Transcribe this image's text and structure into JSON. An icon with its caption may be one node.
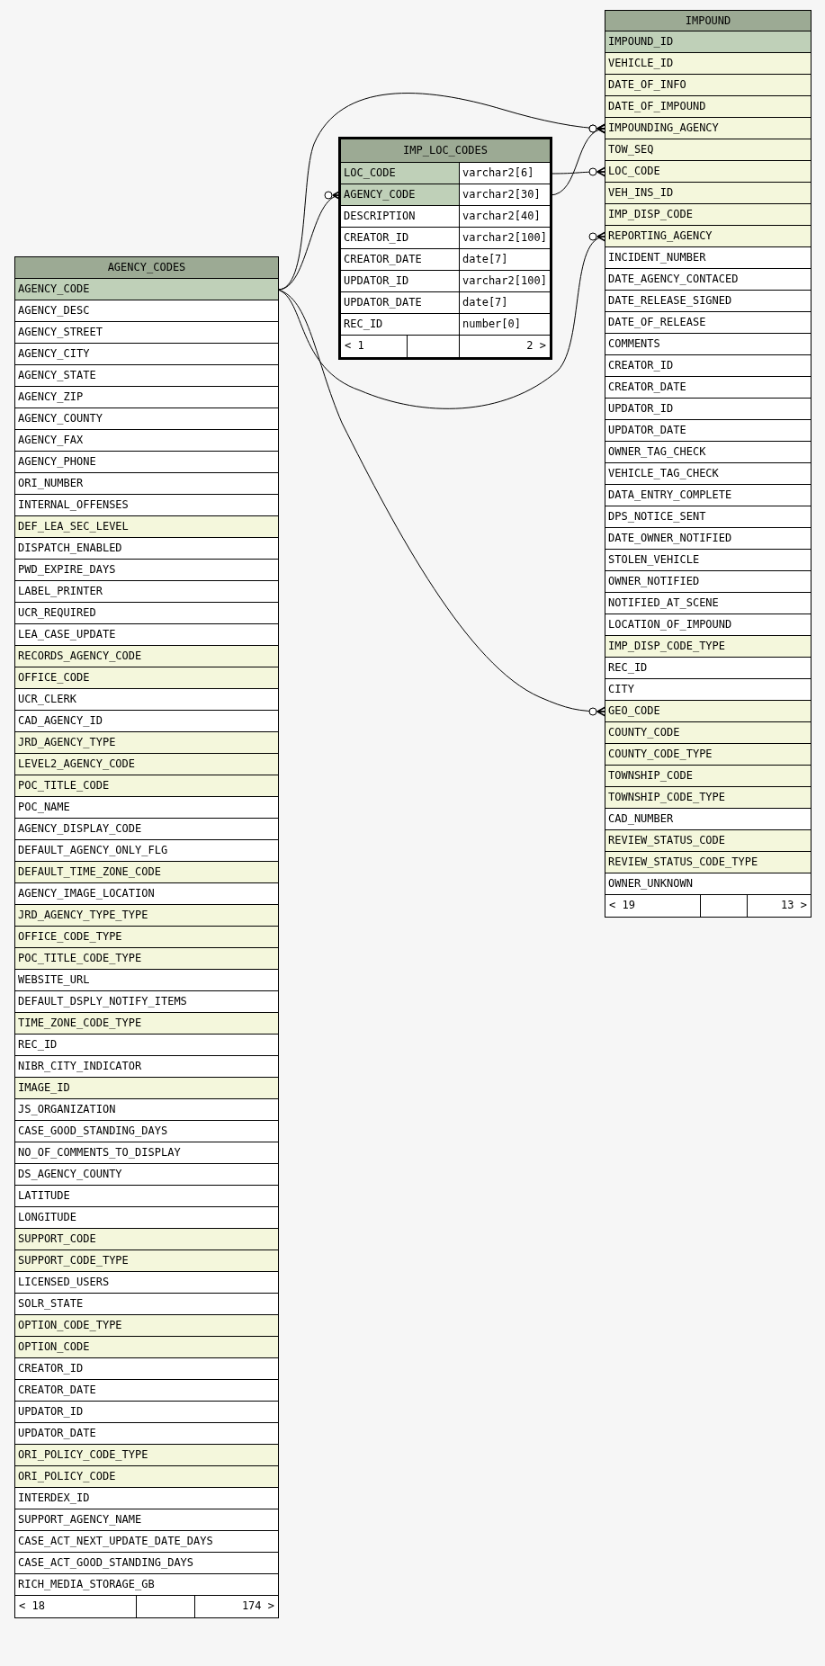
{
  "diagram": {
    "nodes": [
      {
        "text": [
          "AGENCY_CODES"
        ]
      },
      {
        "text": [
          "AGENCY_CODE"
        ],
        "in": 0
      },
      {
        "text": [
          "AGENCY_DESC"
        ],
        "in": 0
      },
      {
        "text": [
          "AGENCY_STREET"
        ],
        "in": 0
      },
      {
        "text": [
          "AGENCY_CITY"
        ],
        "in": 0
      },
      {
        "text": [
          "AGENCY_STATE"
        ],
        "in": 0
      },
      {
        "text": [
          "AGENCY_ZIP"
        ],
        "in": 0
      },
      {
        "text": [
          "AGENCY_COUNTY"
        ],
        "in": 0
      },
      {
        "text": [
          "AGENCY_FAX"
        ],
        "in": 0
      },
      {
        "text": [
          "AGENCY_PHONE"
        ],
        "in": 0
      },
      {
        "text": [
          "ORI_NUMBER"
        ],
        "in": 0
      },
      {
        "text": [
          "INTERNAL_OFFENSES"
        ],
        "in": 0
      },
      {
        "text": [
          "DEF_LEA_SEC_LEVEL"
        ],
        "in": 0
      },
      {
        "text": [
          "DISPATCH_ENABLED"
        ],
        "in": 0
      },
      {
        "text": [
          "PWD_EXPIRE_DAYS"
        ],
        "in": 0
      },
      {
        "text": [
          "LABEL_PRINTER"
        ],
        "in": 0
      },
      {
        "text": [
          "UCR_REQUIRED"
        ],
        "in": 0
      },
      {
        "text": [
          "LEA_CASE_UPDATE"
        ],
        "in": 0
      },
      {
        "text": [
          "RECORDS_AGENCY_CODE"
        ],
        "in": 0
      },
      {
        "text": [
          "OFFICE_CODE"
        ],
        "in": 0
      },
      {
        "text": [
          "UCR_CLERK"
        ],
        "in": 0
      },
      {
        "text": [
          "CAD_AGENCY_ID"
        ],
        "in": 0
      },
      {
        "text": [
          "JRD_AGENCY_TYPE"
        ],
        "in": 0
      },
      {
        "text": [
          "LEVEL2_AGENCY_CODE"
        ],
        "in": 0
      },
      {
        "text": [
          "POC_TITLE_CODE"
        ],
        "in": 0
      },
      {
        "text": [
          "POC_NAME"
        ],
        "in": 0
      },
      {
        "text": [
          "AGENCY_DISPLAY_CODE"
        ],
        "in": 0
      },
      {
        "text": [
          "DEFAULT_AGENCY_ONLY_FLG"
        ],
        "in": 0
      },
      {
        "text": [
          "DEFAULT_TIME_ZONE_CODE"
        ],
        "in": 0
      },
      {
        "text": [
          "AGENCY_IMAGE_LOCATION"
        ],
        "in": 0
      },
      {
        "text": [
          "JRD_AGENCY_TYPE_TYPE"
        ],
        "in": 0
      },
      {
        "text": [
          "OFFICE_CODE_TYPE"
        ],
        "in": 0
      },
      {
        "text": [
          "POC_TITLE_CODE_TYPE"
        ],
        "in": 0
      },
      {
        "text": [
          "WEBSITE_URL"
        ],
        "in": 0
      },
      {
        "text": [
          "DEFAULT_DSPLY_NOTIFY_ITEMS"
        ],
        "in": 0
      },
      {
        "text": [
          "TIME_ZONE_CODE_TYPE"
        ],
        "in": 0
      },
      {
        "text": [
          "REC_ID"
        ],
        "in": 0
      },
      {
        "text": [
          "NIBR_CITY_INDICATOR"
        ],
        "in": 0
      },
      {
        "text": [
          "IMAGE_ID"
        ],
        "in": 0
      },
      {
        "text": [
          "JS_ORGANIZATION"
        ],
        "in": 0
      },
      {
        "text": [
          "CASE_GOOD_STANDING_DAYS"
        ],
        "in": 0
      },
      {
        "text": [
          "NO_OF_COMMENTS_TO_DISPLAY"
        ],
        "in": 0
      },
      {
        "text": [
          "DS_AGENCY_COUNTY"
        ],
        "in": 0
      },
      {
        "text": [
          "LATITUDE"
        ],
        "in": 0
      },
      {
        "text": [
          "LONGITUDE"
        ],
        "in": 0
      },
      {
        "text": [
          "SUPPORT_CODE"
        ],
        "in": 0
      },
      {
        "text": [
          "SUPPORT_CODE_TYPE"
        ],
        "in": 0
      },
      {
        "text": [
          "LICENSED_USERS"
        ],
        "in": 0
      },
      {
        "text": [
          "SOLR_STATE"
        ],
        "in": 0
      },
      {
        "text": [
          "OPTION_CODE_TYPE"
        ],
        "in": 0
      },
      {
        "text": [
          "OPTION_CODE"
        ],
        "in": 0
      },
      {
        "text": [
          "CREATOR_ID"
        ],
        "in": 0
      },
      {
        "text": [
          "CREATOR_DATE"
        ],
        "in": 0
      },
      {
        "text": [
          "UPDATOR_ID"
        ],
        "in": 0
      },
      {
        "text": [
          "UPDATOR_DATE"
        ],
        "in": 0
      },
      {
        "text": [
          "ORI_POLICY_CODE_TYPE"
        ],
        "in": 0
      },
      {
        "text": [
          "ORI_POLICY_CODE"
        ],
        "in": 0
      },
      {
        "text": [
          "INTERDEX_ID"
        ],
        "in": 0
      },
      {
        "text": [
          "SUPPORT_AGENCY_NAME"
        ],
        "in": 0
      },
      {
        "text": [
          "CASE_ACT_NEXT_UPDATE_DATE_DAYS"
        ],
        "in": 0
      },
      {
        "text": [
          "CASE_ACT_GOOD_STANDING_DAYS"
        ],
        "in": 0
      },
      {
        "text": [
          "RICH_MEDIA_STORAGE_GB"
        ],
        "in": 0
      },
      {
        "text": [
          "< 18",
          "174 >"
        ],
        "in": 0
      },
      {
        "text": [
          "IMP_LOC_CODES"
        ]
      },
      {
        "text": [
          "LOC_CODE",
          "varchar2[6]"
        ],
        "in": 63
      },
      {
        "text": [
          "AGENCY_CODE",
          "varchar2[30]"
        ],
        "in": 63
      },
      {
        "text": [
          "DESCRIPTION",
          "varchar2[40]"
        ],
        "in": 63
      },
      {
        "text": [
          "CREATOR_ID",
          "varchar2[100]"
        ],
        "in": 63
      },
      {
        "text": [
          "CREATOR_DATE",
          "date[7]"
        ],
        "in": 63
      },
      {
        "text": [
          "UPDATOR_ID",
          "varchar2[100]"
        ],
        "in": 63
      },
      {
        "text": [
          "UPDATOR_DATE",
          "date[7]"
        ],
        "in": 63
      },
      {
        "text": [
          "REC_ID",
          "number[0]"
        ],
        "in": 63
      },
      {
        "text": [
          "< 1",
          "2 >"
        ],
        "in": 63
      },
      {
        "text": [
          "IMPOUND"
        ]
      },
      {
        "text": [
          "IMPOUND_ID"
        ],
        "in": 73
      },
      {
        "text": [
          "VEHICLE_ID"
        ],
        "in": 73
      },
      {
        "text": [
          "DATE_OF_INFO"
        ],
        "in": 73
      },
      {
        "text": [
          "DATE_OF_IMPOUND"
        ],
        "in": 73
      },
      {
        "text": [
          "IMPOUNDING_AGENCY"
        ],
        "in": 73
      },
      {
        "text": [
          "TOW_SEQ"
        ],
        "in": 73
      },
      {
        "text": [
          "LOC_CODE"
        ],
        "in": 73
      },
      {
        "text": [
          "VEH_INS_ID"
        ],
        "in": 73
      },
      {
        "text": [
          "IMP_DISP_CODE"
        ],
        "in": 73
      },
      {
        "text": [
          "REPORTING_AGENCY"
        ],
        "in": 73
      },
      {
        "text": [
          "INCIDENT_NUMBER"
        ],
        "in": 73
      },
      {
        "text": [
          "DATE_AGENCY_CONTACED"
        ],
        "in": 73
      },
      {
        "text": [
          "DATE_RELEASE_SIGNED"
        ],
        "in": 73
      },
      {
        "text": [
          "DATE_OF_RELEASE"
        ],
        "in": 73
      },
      {
        "text": [
          "COMMENTS"
        ],
        "in": 73
      },
      {
        "text": [
          "CREATOR_ID"
        ],
        "in": 73
      },
      {
        "text": [
          "CREATOR_DATE"
        ],
        "in": 73
      },
      {
        "text": [
          "UPDATOR_ID"
        ],
        "in": 73
      },
      {
        "text": [
          "UPDATOR_DATE"
        ],
        "in": 73
      },
      {
        "text": [
          "OWNER_TAG_CHECK"
        ],
        "in": 73
      },
      {
        "text": [
          "VEHICLE_TAG_CHECK"
        ],
        "in": 73
      },
      {
        "text": [
          "DATA_ENTRY_COMPLETE"
        ],
        "in": 73
      },
      {
        "text": [
          "DPS_NOTICE_SENT"
        ],
        "in": 73
      },
      {
        "text": [
          "DATE_OWNER_NOTIFIED"
        ],
        "in": 73
      },
      {
        "text": [
          "STOLEN_VEHICLE"
        ],
        "in": 73
      },
      {
        "text": [
          "OWNER_NOTIFIED"
        ],
        "in": 73
      },
      {
        "text": [
          "NOTIFIED_AT_SCENE"
        ],
        "in": 73
      },
      {
        "text": [
          "LOCATION_OF_IMPOUND"
        ],
        "in": 73
      },
      {
        "text": [
          "IMP_DISP_CODE_TYPE"
        ],
        "in": 73
      },
      {
        "text": [
          "REC_ID"
        ],
        "in": 73
      },
      {
        "text": [
          "CITY"
        ],
        "in": 73
      },
      {
        "text": [
          "GEO_CODE"
        ],
        "in": 73
      },
      {
        "text": [
          "COUNTY_CODE"
        ],
        "in": 73
      },
      {
        "text": [
          "COUNTY_CODE_TYPE"
        ],
        "in": 73
      },
      {
        "text": [
          "TOWNSHIP_CODE"
        ],
        "in": 73
      },
      {
        "text": [
          "TOWNSHIP_CODE_TYPE"
        ],
        "in": 73
      },
      {
        "text": [
          "CAD_NUMBER"
        ],
        "in": 73
      },
      {
        "text": [
          "REVIEW_STATUS_CODE"
        ],
        "in": 73
      },
      {
        "text": [
          "REVIEW_STATUS_CODE_TYPE"
        ],
        "in": 73
      },
      {
        "text": [
          "OWNER_UNKNOWN"
        ],
        "in": 73
      },
      {
        "text": [
          "< 19",
          "13 >"
        ],
        "in": 73
      }
    ],
    "edges": [
      {
        "from": 1,
        "to": 78,
        "arrow": "other"
      },
      {
        "from": 65,
        "to": 78,
        "arrow": "other"
      },
      {
        "from": 64,
        "to": 80,
        "arrow": "other"
      },
      {
        "from": 1,
        "to": 65,
        "arrow": "other"
      },
      {
        "from": 1,
        "to": 83,
        "arrow": "other"
      },
      {
        "from": 1,
        "to": 105,
        "arrow": "other"
      }
    ]
  }
}
